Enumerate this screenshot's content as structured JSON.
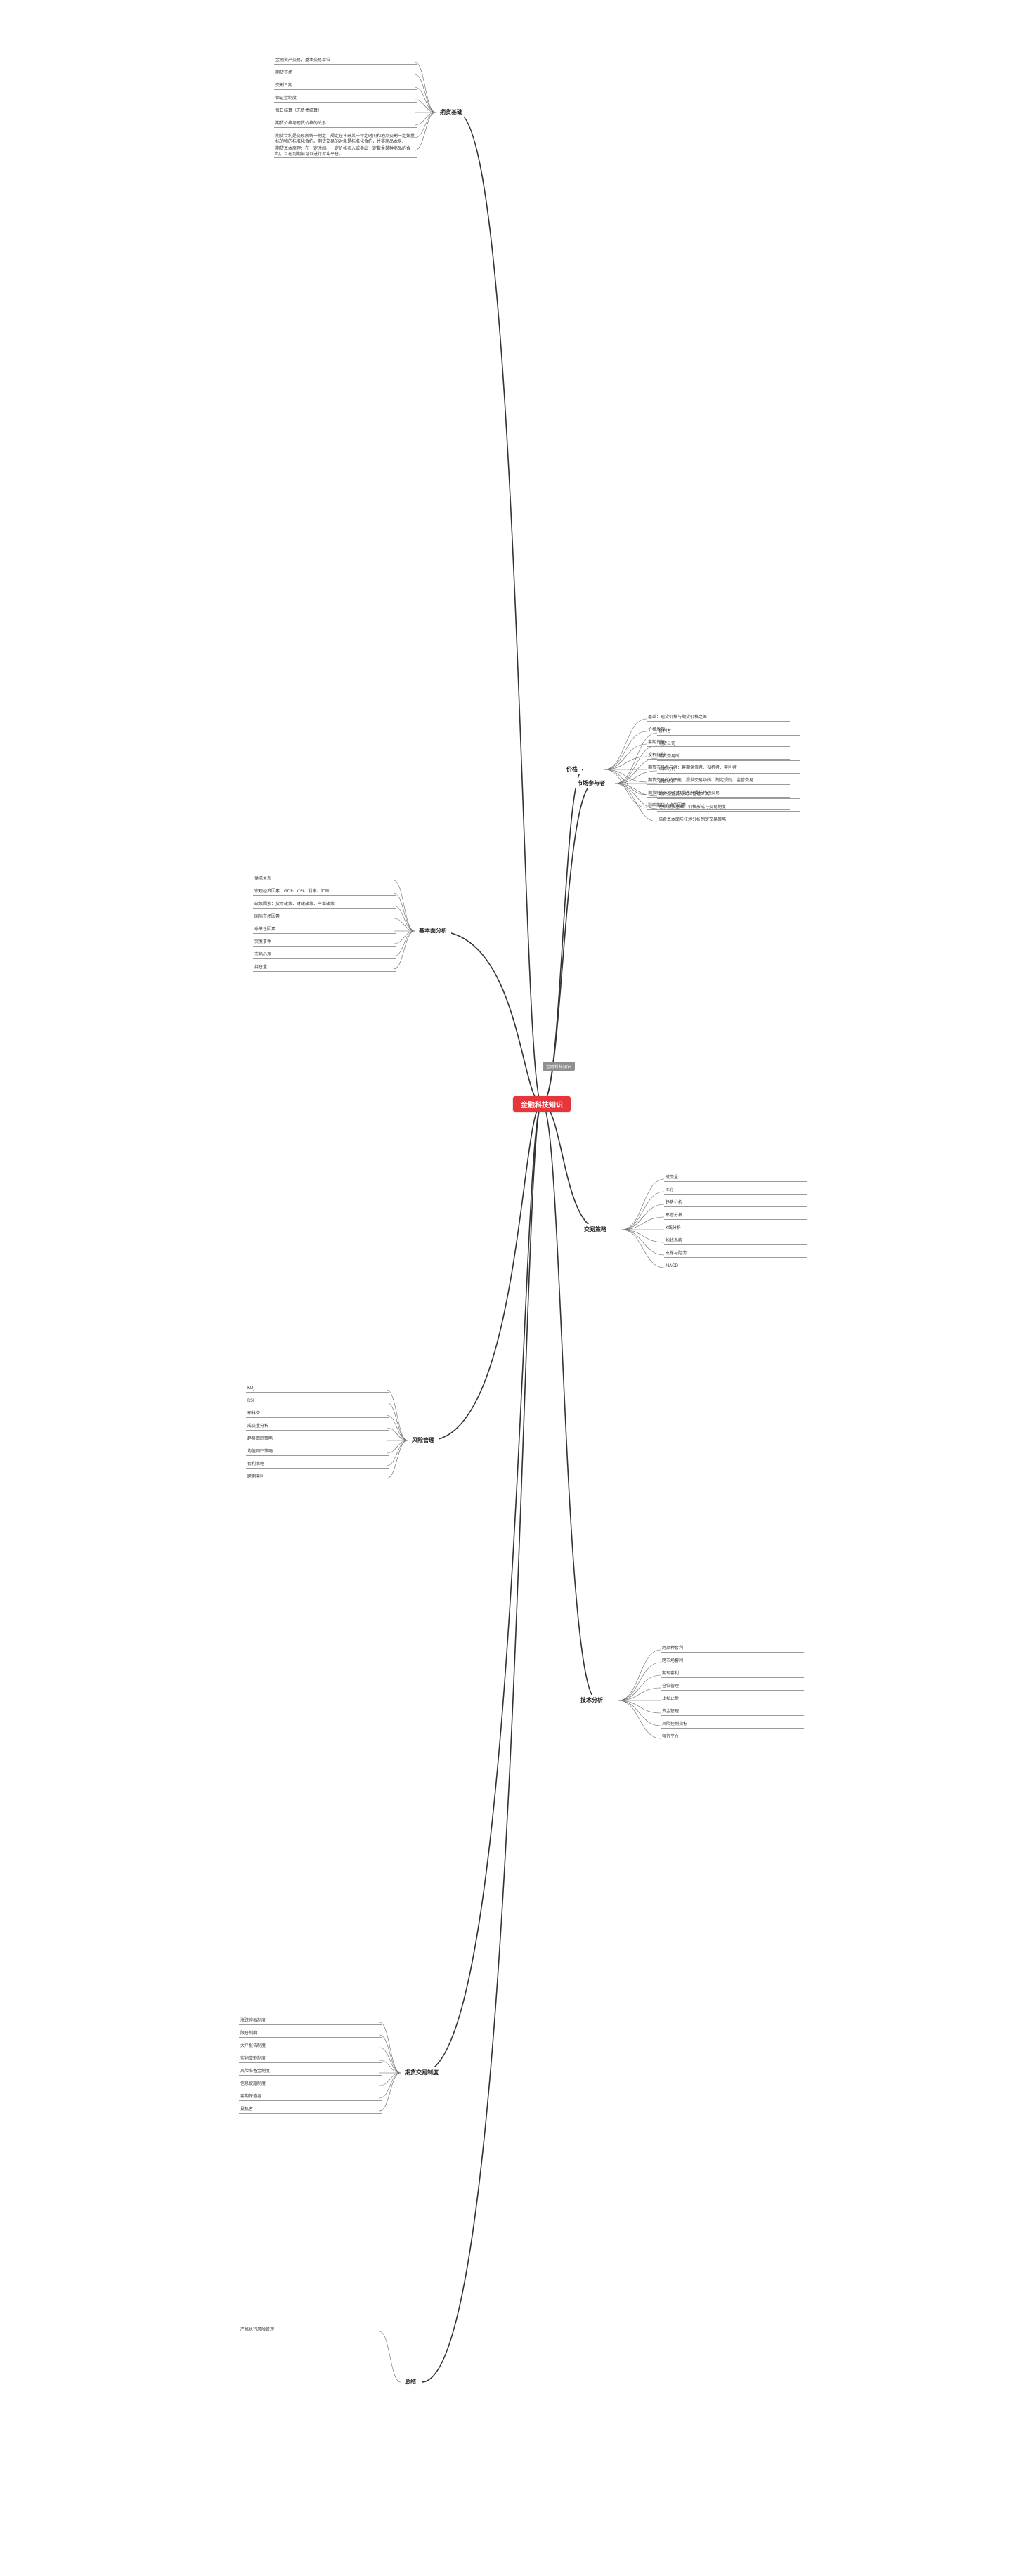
{
  "map": {
    "root": "金融科技知识",
    "tag": "金融科技知识",
    "branches": [
      {
        "key": "b_basic",
        "label": "期货基础"
      },
      {
        "key": "b_price",
        "label": "价格"
      },
      {
        "key": "b_fund",
        "label": "基本面分析"
      },
      {
        "key": "b_trade",
        "label": "交易策略"
      },
      {
        "key": "b_risk",
        "label": "风险管理"
      },
      {
        "key": "b_tech",
        "label": "技术分析"
      },
      {
        "key": "b_sys",
        "label": "期货交易制度"
      },
      {
        "key": "b_mkt",
        "label": "市场参与者"
      },
      {
        "key": "b_sum",
        "label": "总结"
      }
    ],
    "nodes": [
      {
        "label": "金融资产交易，基本交易单位"
      },
      {
        "label": "期货市场"
      },
      {
        "label": "交割日期"
      },
      {
        "label": "保证金制度"
      },
      {
        "label": "每日结算（无负债结算）"
      },
      {
        "label": "期货价格与现货价格的关系"
      },
      {
        "label": "期货合约是交易所统一制定，规定在将来某一特定时间和地点交割一定数量标的物的标准化合约。期货交易的对象是标准化合约，并非商品本身。"
      },
      {
        "label": "期货基本原理：在一定时间、一定价格买入或卖出一定数量某种商品的合约，且在到期前可以进行对冲平仓。"
      },
      {
        "label": "基差：现货价格与期货价格之差"
      },
      {
        "label": "价格发现"
      },
      {
        "label": "套期保值"
      },
      {
        "label": "投机获利"
      },
      {
        "label": "期货市场参与者：套期保值者、投机者、套利者"
      },
      {
        "label": "期货交易所的职能：提供交易场所、制定规则、监管交易"
      },
      {
        "label": "期货经纪公司：接受客户委托代理交易"
      },
      {
        "label": "影响期货价格的因素"
      },
      {
        "label": "供求关系"
      },
      {
        "label": "宏观经济因素：GDP、CPI、利率、汇率"
      },
      {
        "label": "政策因素：货币政策、财政政策、产业政策"
      },
      {
        "label": "国际市场因素"
      },
      {
        "label": "季节性因素"
      },
      {
        "label": "突发事件"
      },
      {
        "label": "市场心理"
      },
      {
        "label": "持仓量"
      },
      {
        "label": "成交量"
      },
      {
        "label": "库存"
      },
      {
        "label": "趋势分析"
      },
      {
        "label": "形态分析"
      },
      {
        "label": "K线分析"
      },
      {
        "label": "均线系统"
      },
      {
        "label": "支撑与阻力"
      },
      {
        "label": "MACD"
      },
      {
        "label": "KDJ"
      },
      {
        "label": "RSI"
      },
      {
        "label": "布林带"
      },
      {
        "label": "成交量分析"
      },
      {
        "label": "趋势跟踪策略"
      },
      {
        "label": "均值回归策略"
      },
      {
        "label": "套利策略"
      },
      {
        "label": "跨期套利"
      },
      {
        "label": "跨品种套利"
      },
      {
        "label": "跨市场套利"
      },
      {
        "label": "期现套利"
      },
      {
        "label": "仓位管理"
      },
      {
        "label": "止损止盈"
      },
      {
        "label": "资金管理"
      },
      {
        "label": "风险控制指标"
      },
      {
        "label": "强行平仓"
      },
      {
        "label": "涨跌停板制度"
      },
      {
        "label": "限仓制度"
      },
      {
        "label": "大户报告制度"
      },
      {
        "label": "实物交割制度"
      },
      {
        "label": "风险准备金制度"
      },
      {
        "label": "信息披露制度"
      },
      {
        "label": "套期保值者"
      },
      {
        "label": "投机者"
      },
      {
        "label": "套利者"
      },
      {
        "label": "期货公司"
      },
      {
        "label": "期货交易所"
      },
      {
        "label": "结算机构"
      },
      {
        "label": "监管机构"
      },
      {
        "label": "期货是重要的风险管理工具"
      },
      {
        "label": "理解期货基础、价格形成与交易制度"
      },
      {
        "label": "结合基本面与技术分析制定交易策略"
      },
      {
        "label": "严格执行风险管理"
      }
    ]
  }
}
